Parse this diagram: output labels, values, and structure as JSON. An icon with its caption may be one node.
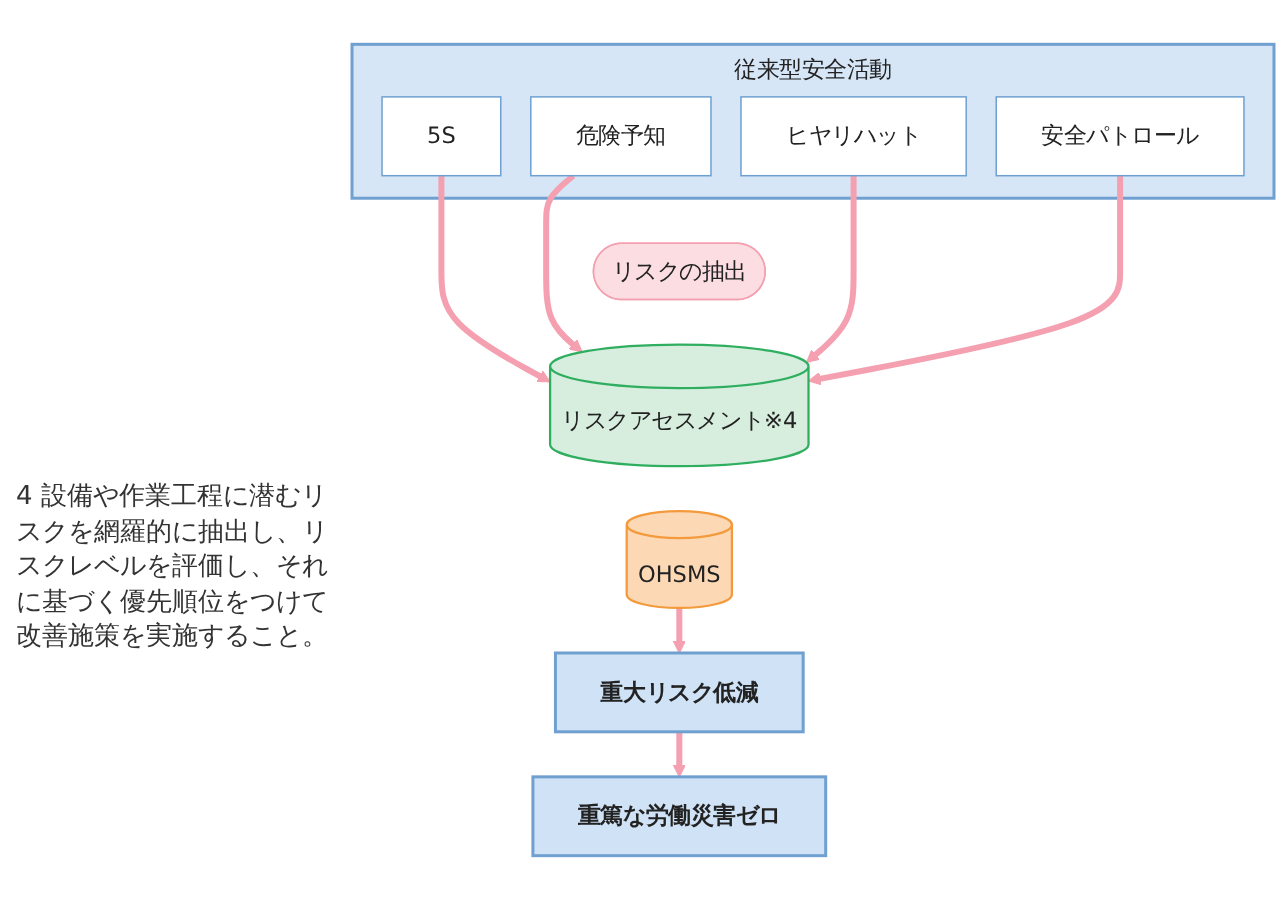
{
  "diagram": {
    "nodes": [
      {
        "text": [
          "従来型安全活動"
        ]
      },
      {
        "text": [
          "5S"
        ],
        "in": 0
      },
      {
        "text": [
          "危険予知"
        ],
        "in": 0
      },
      {
        "text": [
          "ヒヤリハット"
        ],
        "in": 0
      },
      {
        "text": [
          "安全パトロール"
        ],
        "in": 0
      },
      {
        "text": [
          "リスクの抽出"
        ]
      },
      {
        "text": [
          "リスクアセスメント※4"
        ]
      },
      {
        "text": [
          "OHSMS"
        ]
      },
      {
        "text": [
          "重大リスク低減"
        ]
      },
      {
        "text": [
          "重篤な労働災害ゼロ"
        ]
      }
    ],
    "edges": [
      {
        "from": 1,
        "to": 6,
        "arrow": "to"
      },
      {
        "from": 2,
        "to": 6,
        "arrow": "to"
      },
      {
        "from": 3,
        "to": 6,
        "arrow": "to"
      },
      {
        "from": 4,
        "to": 6,
        "arrow": "to"
      },
      {
        "from": 7,
        "to": 8,
        "arrow": "to"
      },
      {
        "from": 8,
        "to": 9,
        "arrow": "to"
      }
    ],
    "labels": [
      "4 設備や作業工程に潜むリスクを網羅的に抽出し、リスクレベルを評価し、それに基づく優先順位をつけて改善施策を実施すること。"
    ]
  }
}
